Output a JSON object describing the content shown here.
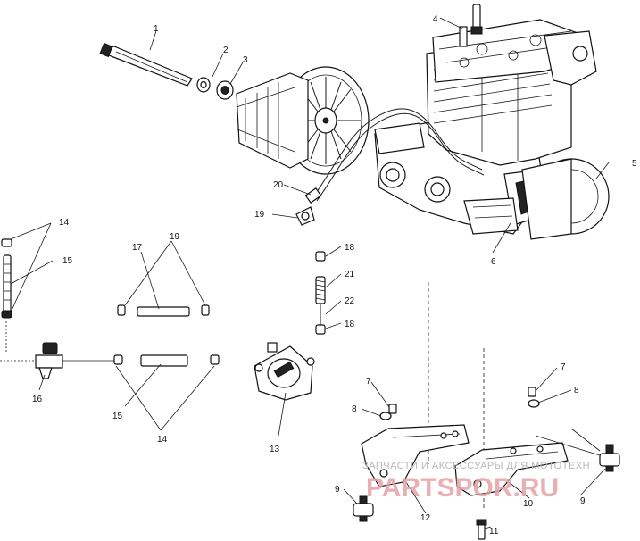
{
  "callouts": [
    {
      "id": "c1",
      "text": "1"
    },
    {
      "id": "c2",
      "text": "2"
    },
    {
      "id": "c3",
      "text": "3"
    },
    {
      "id": "c4",
      "text": "4"
    },
    {
      "id": "c5",
      "text": "5"
    },
    {
      "id": "c6",
      "text": "6"
    },
    {
      "id": "c7a",
      "text": "7"
    },
    {
      "id": "c7b",
      "text": "7"
    },
    {
      "id": "c8a",
      "text": "8"
    },
    {
      "id": "c8b",
      "text": "8"
    },
    {
      "id": "c9a",
      "text": "9"
    },
    {
      "id": "c9b",
      "text": "9"
    },
    {
      "id": "c10",
      "text": "10"
    },
    {
      "id": "c11",
      "text": "11"
    },
    {
      "id": "c12",
      "text": "12"
    },
    {
      "id": "c13",
      "text": "13"
    },
    {
      "id": "c14a",
      "text": "14"
    },
    {
      "id": "c14b",
      "text": "14"
    },
    {
      "id": "c15a",
      "text": "15"
    },
    {
      "id": "c15b",
      "text": "15"
    },
    {
      "id": "c16",
      "text": "16"
    },
    {
      "id": "c17",
      "text": "17"
    },
    {
      "id": "c18a",
      "text": "18"
    },
    {
      "id": "c18b",
      "text": "18"
    },
    {
      "id": "c19a",
      "text": "19"
    },
    {
      "id": "c19b",
      "text": "19"
    },
    {
      "id": "c20",
      "text": "20"
    },
    {
      "id": "c21",
      "text": "21"
    },
    {
      "id": "c22",
      "text": "22"
    }
  ],
  "watermark": {
    "small": "ЗАПЧАСТИ И АКСЕССУАРЫ ДЛЯ МОТОТЕХН",
    "large": "PARTSPOR.RU"
  }
}
